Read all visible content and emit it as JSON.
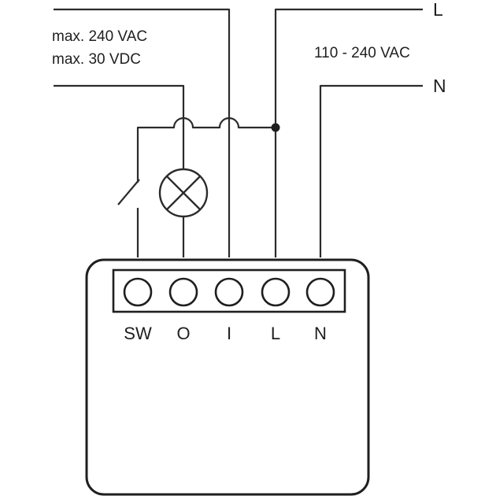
{
  "specs": {
    "load_ac": "max. 240 VAC",
    "load_dc": "max. 30 VDC",
    "supply": "110 - 240 VAC"
  },
  "lines": {
    "live": "L",
    "neutral": "N"
  },
  "terminals": [
    {
      "label": "SW"
    },
    {
      "label": "O"
    },
    {
      "label": "I"
    },
    {
      "label": "L"
    },
    {
      "label": "N"
    }
  ],
  "colors": {
    "ink": "#1f1f1f",
    "background": "#ffffff"
  }
}
